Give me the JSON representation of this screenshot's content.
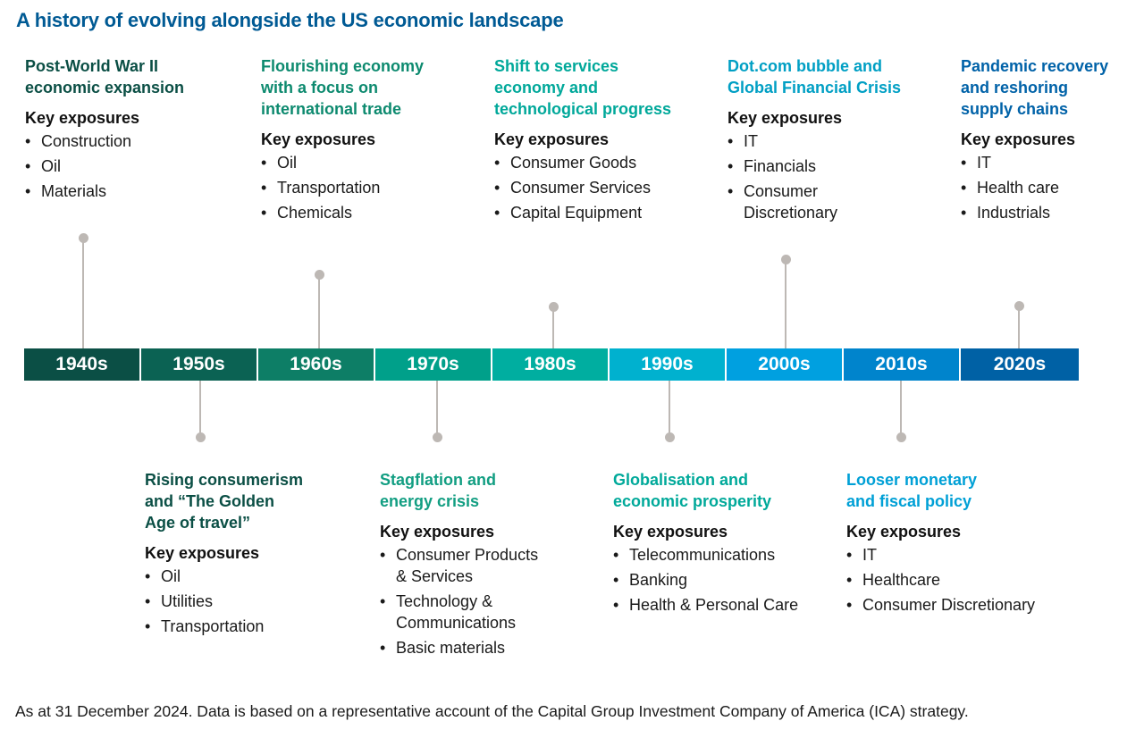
{
  "title": "A history of evolving alongside the US economic landscape",
  "key_exposures_label": "Key exposures",
  "bullet": "•",
  "decades": [
    {
      "label": "1940s",
      "color": "#0b4f45"
    },
    {
      "label": "1950s",
      "color": "#0b6253"
    },
    {
      "label": "1960s",
      "color": "#0d7e66"
    },
    {
      "label": "1970s",
      "color": "#00a08a"
    },
    {
      "label": "1980s",
      "color": "#00aea0"
    },
    {
      "label": "1990s",
      "color": "#00b1cf"
    },
    {
      "label": "2000s",
      "color": "#00a0e0"
    },
    {
      "label": "2010s",
      "color": "#0084cc"
    },
    {
      "label": "2020s",
      "color": "#0061a5"
    }
  ],
  "periods": [
    {
      "decade": "1940s",
      "position": "above",
      "heading_color": "#0b4f45",
      "heading_lines": [
        "Post-World War II",
        "economic expansion"
      ],
      "exposures": [
        [
          "Construction"
        ],
        [
          "Oil"
        ],
        [
          "Materials"
        ]
      ]
    },
    {
      "decade": "1950s",
      "position": "below",
      "heading_color": "#0b4f45",
      "heading_lines": [
        "Rising consumerism",
        "and “The Golden",
        "Age of travel”"
      ],
      "exposures": [
        [
          "Oil"
        ],
        [
          "Utilities"
        ],
        [
          "Transportation"
        ]
      ]
    },
    {
      "decade": "1960s",
      "position": "above",
      "heading_color": "#0d8a6f",
      "heading_lines": [
        "Flourishing economy",
        "with a focus on",
        "international trade"
      ],
      "exposures": [
        [
          "Oil"
        ],
        [
          "Transportation"
        ],
        [
          "Chemicals"
        ]
      ]
    },
    {
      "decade": "1970s",
      "position": "below",
      "heading_color": "#129e82",
      "heading_lines": [
        "Stagflation and",
        "energy crisis"
      ],
      "exposures": [
        [
          "Consumer Products",
          "& Services"
        ],
        [
          "Technology &",
          "Communications"
        ],
        [
          "Basic materials"
        ]
      ]
    },
    {
      "decade": "1980s",
      "position": "above",
      "heading_color": "#00a89a",
      "heading_lines": [
        "Shift to services",
        "economy and",
        "technological progress"
      ],
      "exposures": [
        [
          "Consumer Goods"
        ],
        [
          "Consumer Services"
        ],
        [
          "Capital Equipment"
        ]
      ]
    },
    {
      "decade": "1990s",
      "position": "below",
      "heading_color": "#00a99a",
      "heading_lines": [
        "Globalisation and",
        "economic prosperity"
      ],
      "exposures": [
        [
          "Telecommunications"
        ],
        [
          "Banking"
        ],
        [
          "Health & Personal Care"
        ]
      ]
    },
    {
      "decade": "2000s",
      "position": "above",
      "heading_color": "#009fc4",
      "heading_lines": [
        "Dot.com bubble and",
        "Global Financial Crisis"
      ],
      "exposures": [
        [
          "IT"
        ],
        [
          "Financials"
        ],
        [
          "Consumer",
          "Discretionary"
        ]
      ]
    },
    {
      "decade": "2010s",
      "position": "below",
      "heading_color": "#00a0d6",
      "heading_lines": [
        "Looser monetary",
        "and fiscal policy"
      ],
      "exposures": [
        [
          "IT"
        ],
        [
          "Healthcare"
        ],
        [
          "Consumer Discretionary"
        ]
      ]
    },
    {
      "decade": "2020s",
      "position": "above",
      "heading_color": "#0062a8",
      "heading_lines": [
        "Pandemic recovery",
        "and reshoring",
        "supply chains"
      ],
      "exposures": [
        [
          "IT"
        ],
        [
          "Health care"
        ],
        [
          "Industrials"
        ]
      ]
    }
  ],
  "footer": "As at 31 December 2024. Data is based on a representative account of the Capital Group Investment Company of America (ICA) strategy."
}
